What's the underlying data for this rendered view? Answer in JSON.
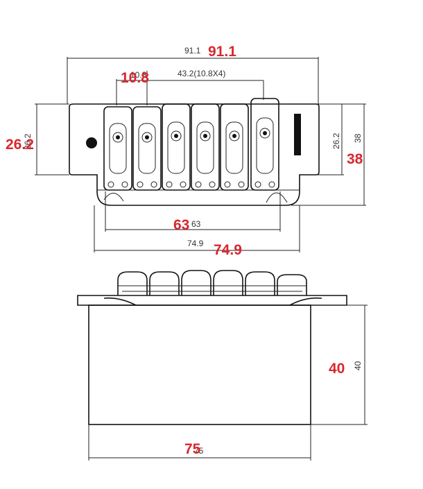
{
  "colors": {
    "annotation": "#d7282f",
    "line": "#222222",
    "fill_dark": "#111111"
  },
  "top_view": {
    "overall_width_small": "91.1",
    "overall_width_red": "91.1",
    "saddle_width_small": "10.8",
    "saddle_width_red": "10.8",
    "saddle_spacing": "43.2(10.8X4)",
    "left_height_small": "26.2",
    "left_height_red": "26.2",
    "right_height_small": "26.2",
    "right_total_small": "38",
    "right_total_red": "38",
    "inner_width_small": "63",
    "inner_width_red": "63",
    "mount_width_small": "74.9",
    "mount_width_red": "74.9"
  },
  "side_view": {
    "height_small": "40",
    "height_red": "40",
    "width_small": "75",
    "width_red": "75"
  }
}
